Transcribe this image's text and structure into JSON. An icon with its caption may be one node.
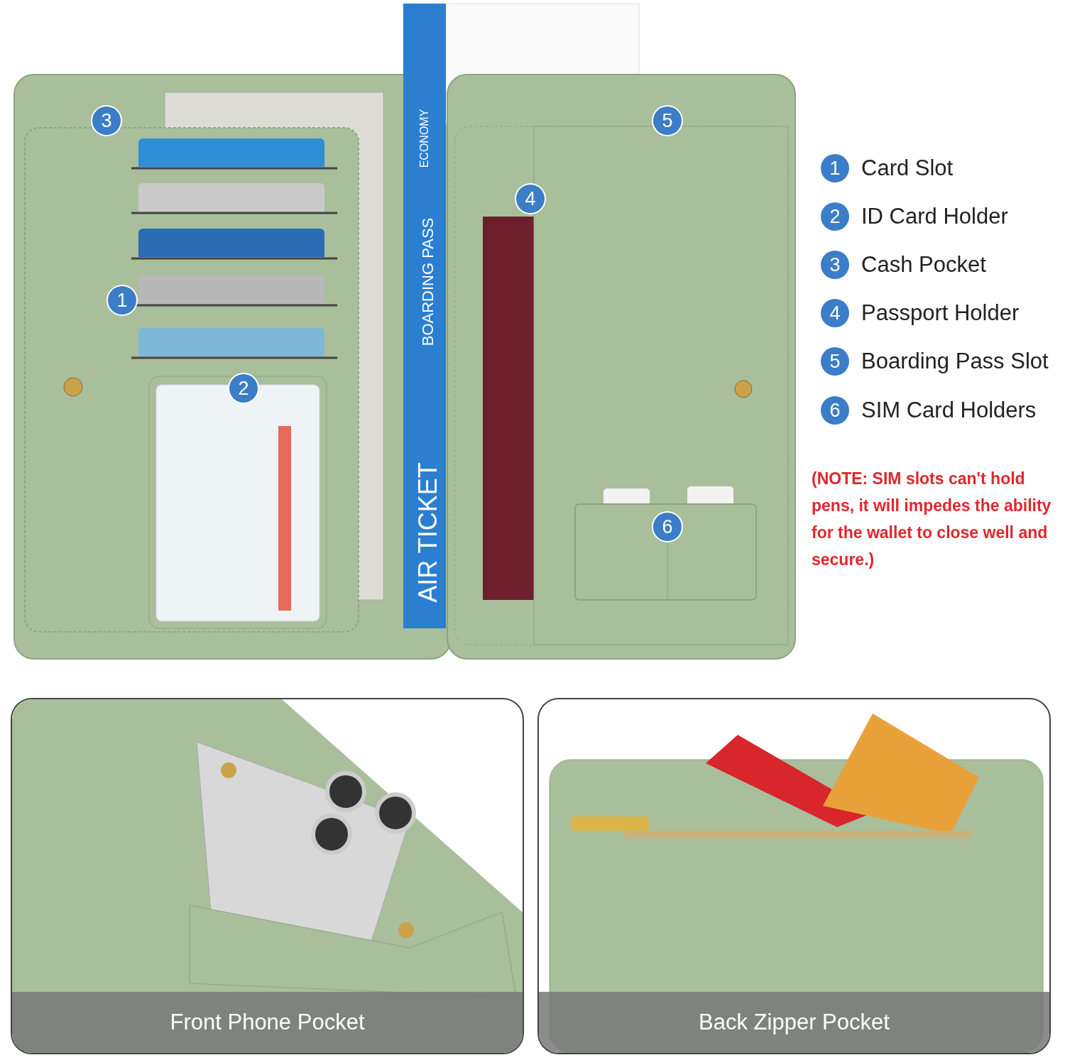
{
  "diagram": {
    "nodes": [
      {
        "text": [
          "Front Phone Pocket"
        ]
      },
      {
        "text": [
          "Back Zipper Pocket"
        ]
      }
    ],
    "labels": [
      "3",
      "5",
      "4",
      "1",
      "2",
      "6",
      "ECONOMY",
      "BOARDING PASS",
      "AIR TICKET",
      "1",
      "Card Slot",
      "2",
      "ID Card Holder",
      "3",
      "Cash Pocket",
      "4",
      "Passport Holder",
      "5",
      "Boarding Pass Slot",
      "6",
      "SIM Card Holders",
      "(NOTE: SIM slots can't hold pens, it will impedes the ability for the wallet to close well and secure.)"
    ]
  }
}
